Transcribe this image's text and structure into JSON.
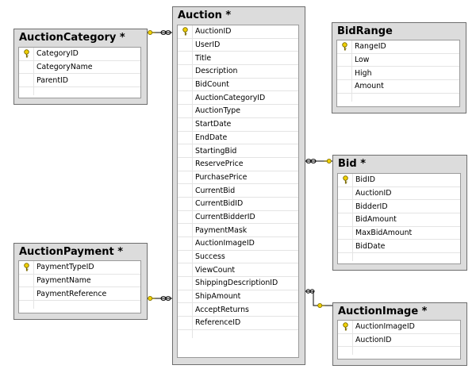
{
  "tables": {
    "auction": {
      "title": "Auction *",
      "columns": [
        "AuctionID",
        "UserID",
        "Title",
        "Description",
        "BidCount",
        "AuctionCategoryID",
        "AuctionType",
        "StartDate",
        "EndDate",
        "StartingBid",
        "ReservePrice",
        "PurchasePrice",
        "CurrentBid",
        "CurrentBidID",
        "CurrentBidderID",
        "PaymentMask",
        "AuctionImageID",
        "Success",
        "ViewCount",
        "ShippingDescriptionID",
        "ShipAmount",
        "AcceptReturns",
        "ReferenceID"
      ],
      "primary_key": "AuctionID"
    },
    "auction_category": {
      "title": "AuctionCategory *",
      "columns": [
        "CategoryID",
        "CategoryName",
        "ParentID"
      ],
      "primary_key": "CategoryID"
    },
    "auction_payment": {
      "title": "AuctionPayment *",
      "columns": [
        "PaymentTypeID",
        "PaymentName",
        "PaymentReference"
      ],
      "primary_key": "PaymentTypeID"
    },
    "bid_range": {
      "title": "BidRange",
      "columns": [
        "RangeID",
        "Low",
        "High",
        "Amount"
      ],
      "primary_key": "RangeID"
    },
    "bid": {
      "title": "Bid *",
      "columns": [
        "BidID",
        "AuctionID",
        "BidderID",
        "BidAmount",
        "MaxBidAmount",
        "BidDate"
      ],
      "primary_key": "BidID"
    },
    "auction_image": {
      "title": "AuctionImage *",
      "columns": [
        "AuctionImageID",
        "AuctionID"
      ],
      "primary_key": "AuctionImageID"
    }
  },
  "relationships": [
    {
      "from": "auction_category",
      "to": "auction",
      "one_end": "auction_category",
      "many_end": "auction"
    },
    {
      "from": "auction_payment",
      "to": "auction",
      "one_end": "auction_payment",
      "many_end": "auction"
    },
    {
      "from": "auction",
      "to": "bid",
      "one_end": "bid",
      "many_end": "auction"
    },
    {
      "from": "auction",
      "to": "auction_image",
      "one_end": "auction_image",
      "many_end": "auction"
    }
  ],
  "icons": {
    "primary_key": "key-icon",
    "one_end": "key-icon",
    "many_end": "infinity-icon"
  },
  "colors": {
    "panel": "#dcdcdc",
    "grid": "#ffffff",
    "key": "#e8c800",
    "line": "#000000"
  }
}
